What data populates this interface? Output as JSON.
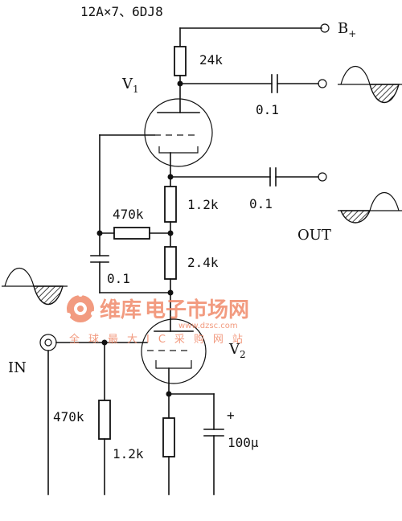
{
  "diagram": {
    "tube_type": "12A×7、6DJ8",
    "supply": "B",
    "supply_sub": "+",
    "tubes": [
      {
        "label": "V",
        "sub": "1"
      },
      {
        "label": "V",
        "sub": "2"
      }
    ],
    "resistors": {
      "r_plate": "24k",
      "r_k1_upper": "1.2k",
      "r_k1_lower": "2.4k",
      "r_bias": "470k",
      "r_grid": "470k",
      "r_k2": "1.2k"
    },
    "capacitors": {
      "c_out1": "0.1",
      "c_out2": "0.1",
      "c_grid": "0.1",
      "c_k2": "100μ",
      "c_k2_polarity": "+"
    },
    "ports": {
      "input": "IN",
      "output": "OUT"
    }
  },
  "watermark": {
    "brand": "维库",
    "brand_tail": "电子市场网",
    "url": "www.dzsc.com",
    "tagline": "全球最大IC采购网站",
    "color": "#f08a6a"
  }
}
